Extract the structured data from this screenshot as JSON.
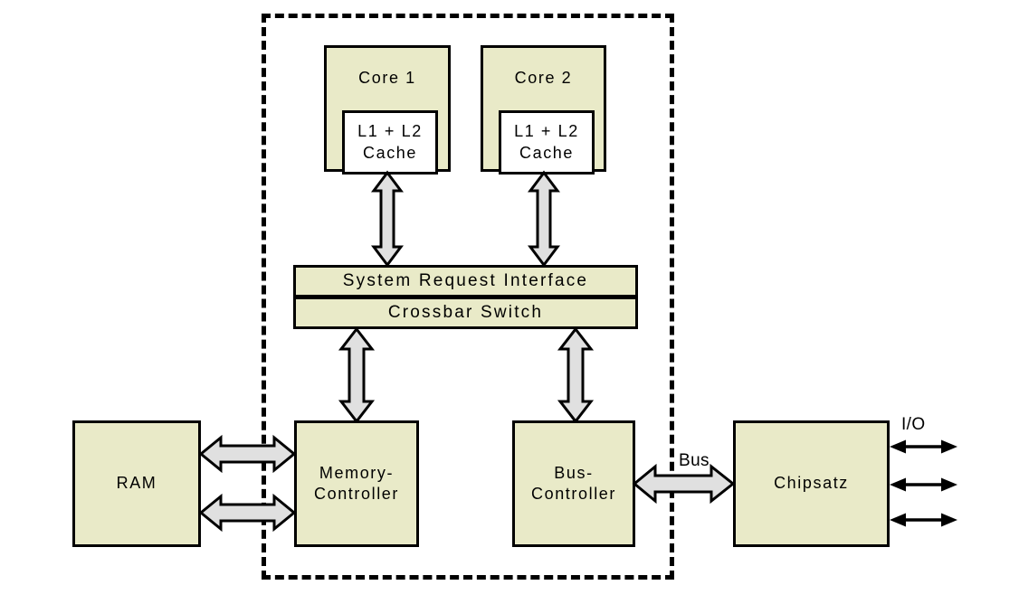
{
  "diagram": {
    "title_present": false,
    "colors": {
      "box_fill": "#e9eac8",
      "inner_box_fill": "#ffffff",
      "arrow_fill": "#e0e0e0",
      "stroke": "#000000",
      "background": "#ffffff"
    },
    "cpu_package": {
      "name": "cpu-package-boundary",
      "style": "dashed"
    },
    "blocks": {
      "core1": {
        "label": "Core 1",
        "cache_label_line1": "L1 + L2",
        "cache_label_line2": "Cache"
      },
      "core2": {
        "label": "Core 2",
        "cache_label_line1": "L1 + L2",
        "cache_label_line2": "Cache"
      },
      "system_request_interface": {
        "label": "System Request Interface"
      },
      "crossbar_switch": {
        "label": "Crossbar Switch"
      },
      "ram": {
        "label": "RAM"
      },
      "memory_controller": {
        "label": "Memory-\nController",
        "line1": "Memory-",
        "line2": "Controller"
      },
      "bus_controller": {
        "label": "Bus-\nController",
        "line1": "Bus-",
        "line2": "Controller"
      },
      "chipset": {
        "label": "Chipsatz"
      }
    },
    "connection_labels": {
      "bus": "Bus",
      "io": "I/O"
    },
    "connections": [
      {
        "name": "core1-cache-to-sri",
        "type": "block-arrow",
        "direction": "bidirectional",
        "orientation": "vertical"
      },
      {
        "name": "core2-cache-to-sri",
        "type": "block-arrow",
        "direction": "bidirectional",
        "orientation": "vertical"
      },
      {
        "name": "crossbar-to-memory-controller",
        "type": "block-arrow",
        "direction": "bidirectional",
        "orientation": "vertical"
      },
      {
        "name": "crossbar-to-bus-controller",
        "type": "block-arrow",
        "direction": "bidirectional",
        "orientation": "vertical"
      },
      {
        "name": "ram-to-memory-controller-upper",
        "type": "block-arrow",
        "direction": "bidirectional",
        "orientation": "horizontal"
      },
      {
        "name": "ram-to-memory-controller-lower",
        "type": "block-arrow",
        "direction": "bidirectional",
        "orientation": "horizontal"
      },
      {
        "name": "bus-controller-to-chipset",
        "type": "block-arrow",
        "direction": "bidirectional",
        "orientation": "horizontal",
        "label": "Bus"
      },
      {
        "name": "chipset-io-1",
        "type": "thin-arrow",
        "direction": "bidirectional",
        "orientation": "horizontal",
        "label": "I/O"
      },
      {
        "name": "chipset-io-2",
        "type": "thin-arrow",
        "direction": "bidirectional",
        "orientation": "horizontal"
      },
      {
        "name": "chipset-io-3",
        "type": "thin-arrow",
        "direction": "bidirectional",
        "orientation": "horizontal"
      }
    ]
  }
}
